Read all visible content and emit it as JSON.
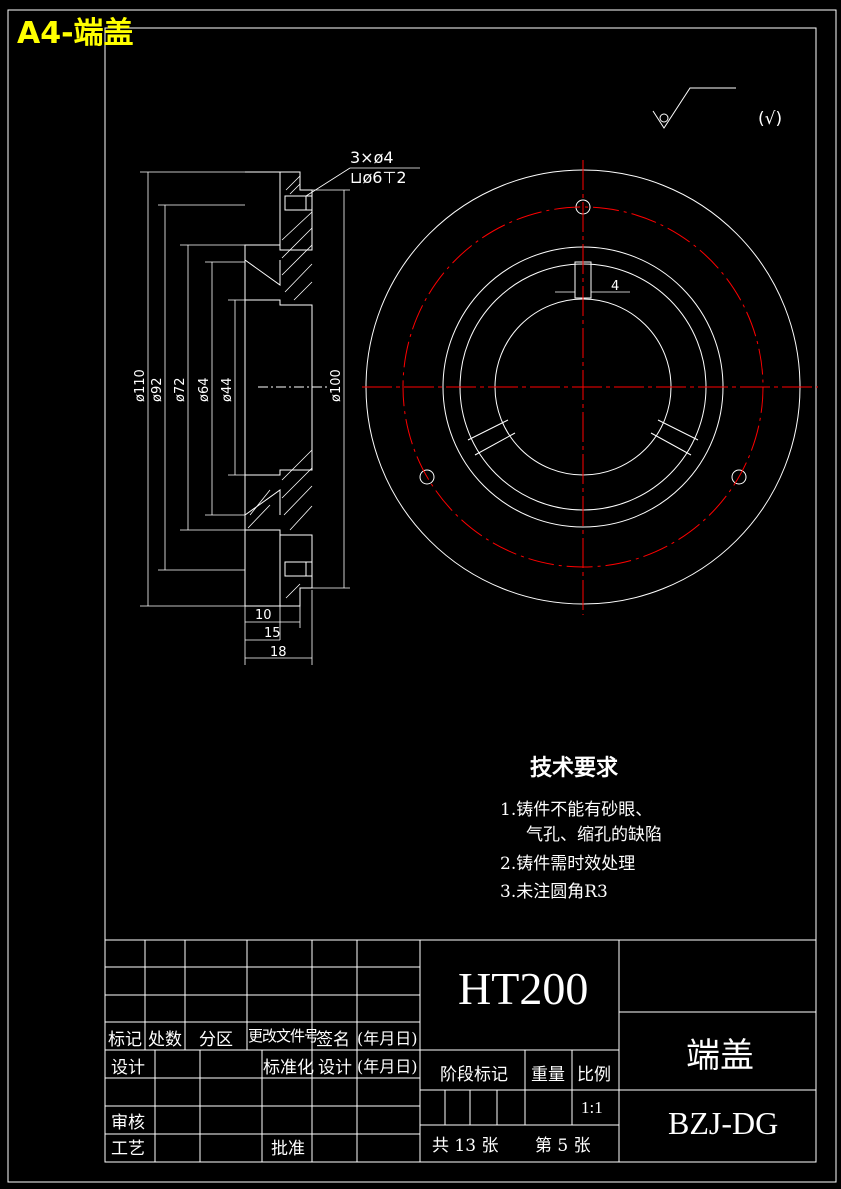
{
  "sheet_label": "A4-端盖",
  "roughness_note": "(√)",
  "dimensions": {
    "holes_callout_line1": "3×ø4",
    "holes_callout_line2": "⊔ø6⊤2",
    "d110": "ø110",
    "d92": "ø92",
    "d72": "ø72",
    "d64": "ø64",
    "d44": "ø44",
    "d100": "ø100",
    "w10": "10",
    "w15": "15",
    "w18": "18",
    "slot4": "4"
  },
  "technical_requirements": {
    "title": "技术要求",
    "item1a": "1.铸件不能有砂眼、",
    "item1b": "气孔、缩孔的缺陷",
    "item2": "2.铸件需时效处理",
    "item3": "3.未注圆角R3"
  },
  "title_block": {
    "material": "HT200",
    "part_name": "端盖",
    "drawing_code": "BZJ-DG",
    "headers": {
      "mark": "标记",
      "count": "处数",
      "zone": "分区",
      "change_doc": "更改文件号",
      "signature": "签名",
      "date": "(年月日)",
      "design": "设计",
      "standardize": "标准化",
      "design2": "设计",
      "date2": "(年月日)",
      "review": "审核",
      "process": "工艺",
      "approve": "批准",
      "stage_mark": "阶段标记",
      "weight": "重量",
      "scale": "比例"
    },
    "scale_value": "1:1",
    "sheets_total": "共 13 张",
    "sheet_no": "第  5  张"
  },
  "colors": {
    "line": "#ffffff",
    "center_line": "#ff0000",
    "sheet_label": "#ffff00",
    "background": "#000000"
  }
}
